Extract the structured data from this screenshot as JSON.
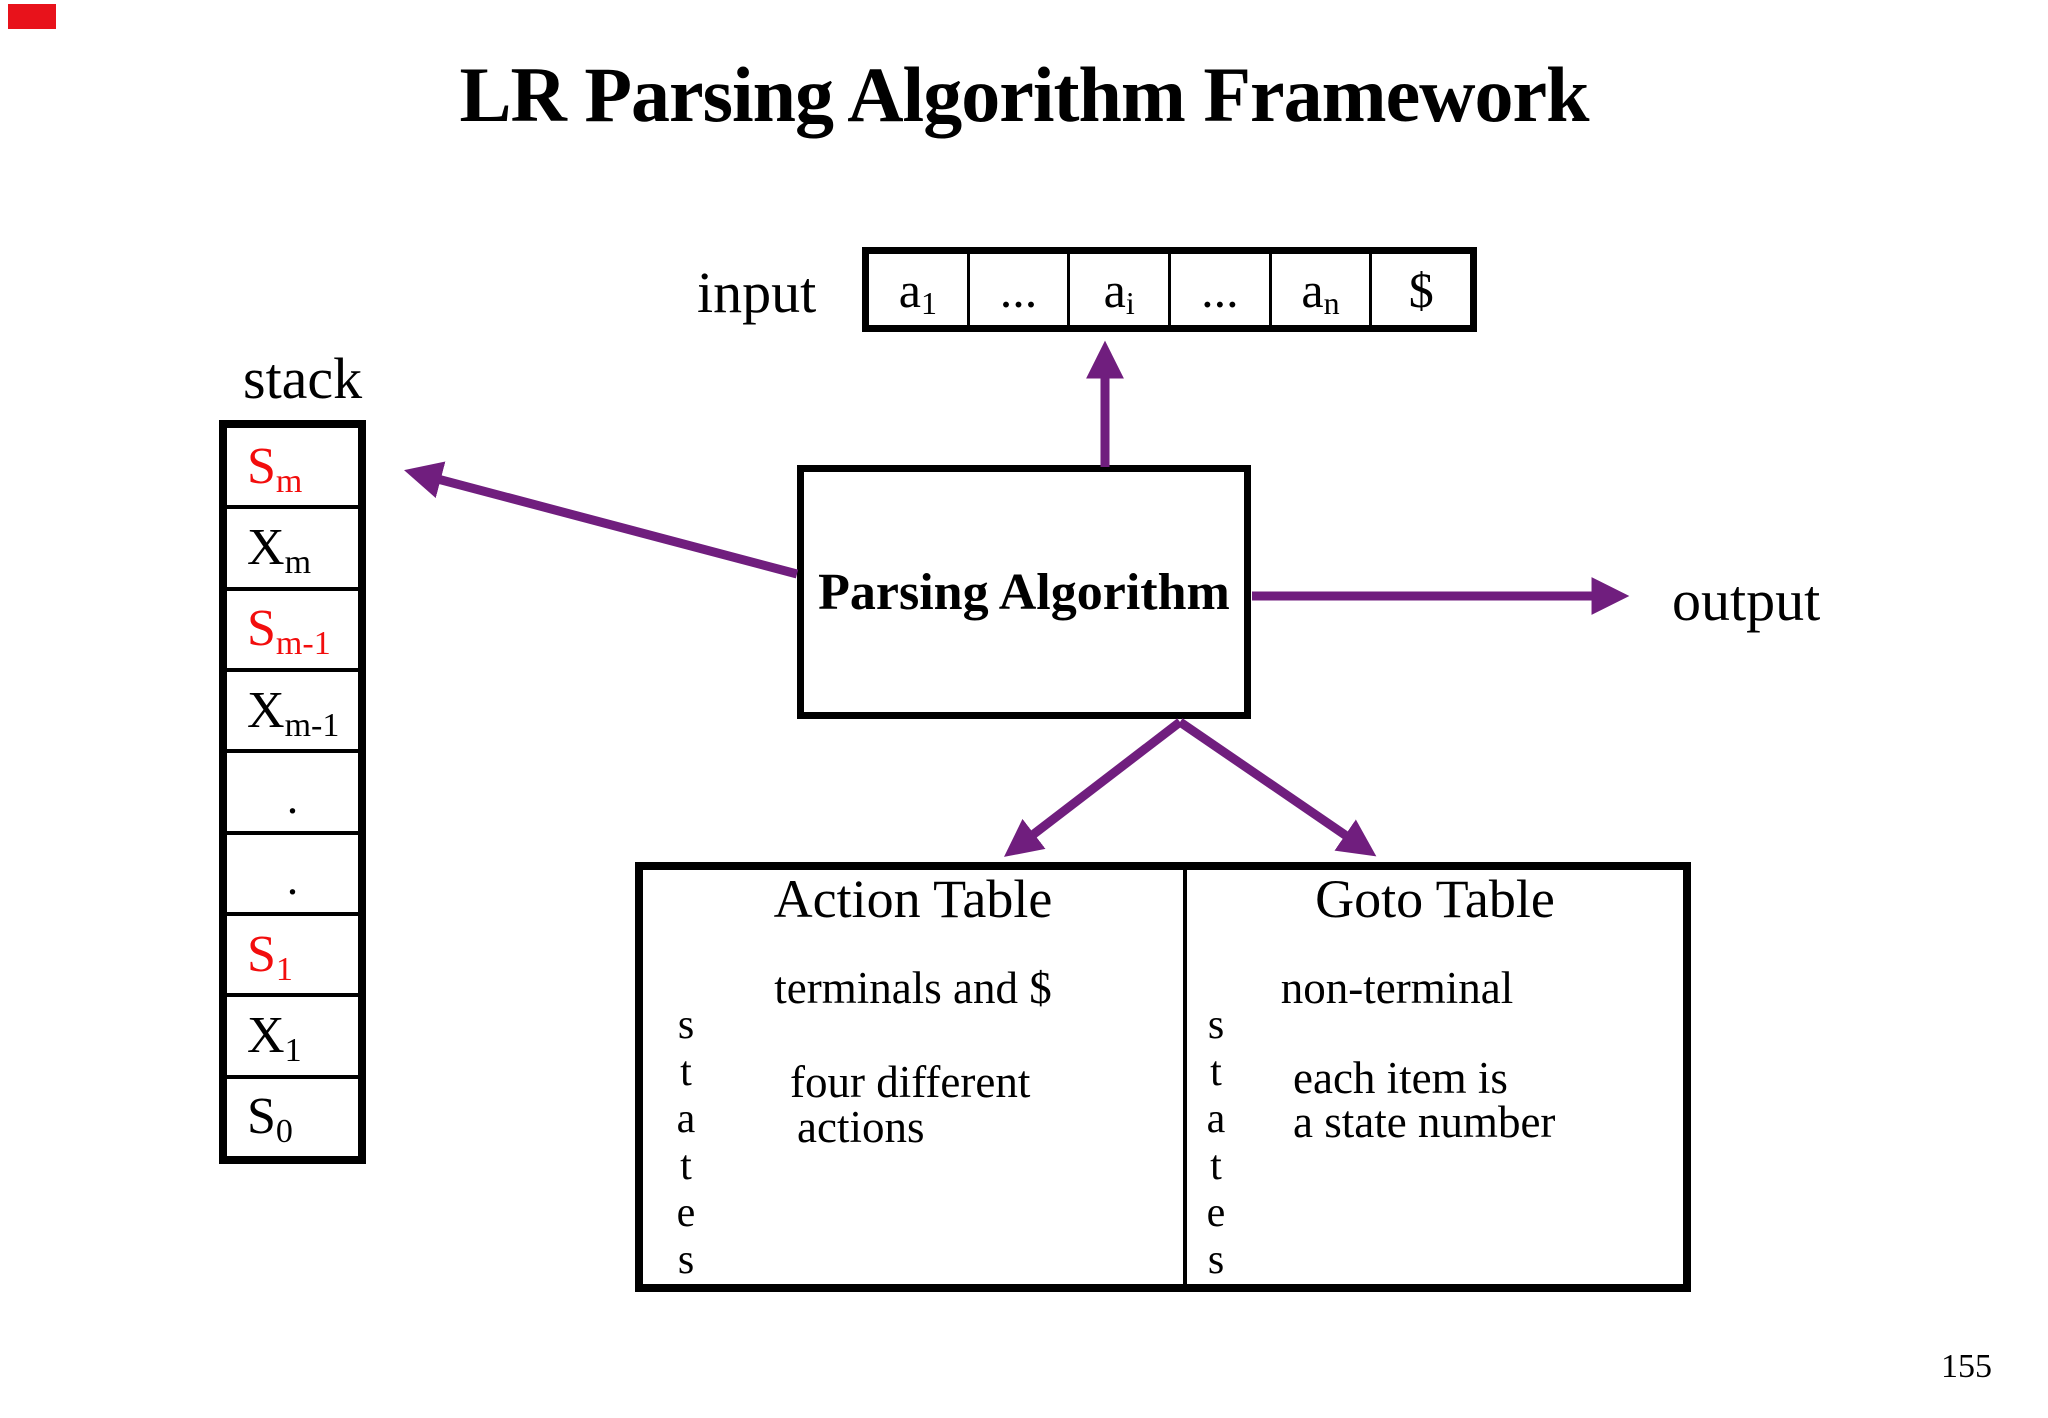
{
  "page": {
    "title": "LR Parsing Algorithm Framework",
    "page_number": "155"
  },
  "colors": {
    "accent_red": "#e8121b",
    "stack_red": "#f20d0d",
    "arrow_purple": "#701e7e",
    "text": "#000000"
  },
  "input": {
    "label": "input",
    "cells": [
      {
        "base": "a",
        "sub": "1"
      },
      {
        "base": "...",
        "sub": ""
      },
      {
        "base": "a",
        "sub": "i"
      },
      {
        "base": "...",
        "sub": ""
      },
      {
        "base": "a",
        "sub": "n"
      },
      {
        "base": "$",
        "sub": ""
      }
    ]
  },
  "stack": {
    "label": "stack",
    "rows": [
      {
        "base": "S",
        "sub": "m",
        "color": "red"
      },
      {
        "base": "X",
        "sub": "m",
        "color": "black"
      },
      {
        "base": "S",
        "sub": "m-1",
        "color": "red"
      },
      {
        "base": "X",
        "sub": "m-1",
        "color": "black"
      },
      {
        "base": ".",
        "sub": "",
        "color": "black"
      },
      {
        "base": ".",
        "sub": "",
        "color": "black"
      },
      {
        "base": "S",
        "sub": "1",
        "color": "red"
      },
      {
        "base": "X",
        "sub": "1",
        "color": "black"
      },
      {
        "base": "S",
        "sub": "0",
        "color": "black"
      }
    ]
  },
  "processor": {
    "label": "Parsing Algorithm"
  },
  "output": {
    "label": "output"
  },
  "tables": {
    "action": {
      "title": "Action Table",
      "column_header": "terminals and $",
      "row_header_vertical": "s\nt\na\nt\ne\ns",
      "note_line1": "four different",
      "note_line2": "actions"
    },
    "goto": {
      "title": "Goto Table",
      "column_header": "non-terminal",
      "row_header_vertical": "s\nt\na\nt\ne\ns",
      "note_line1": "each item is",
      "note_line2": "a state number"
    }
  }
}
